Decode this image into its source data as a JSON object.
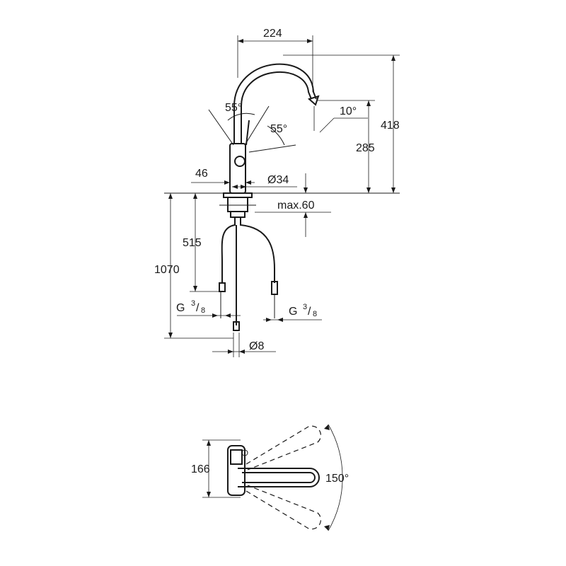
{
  "dimensions": {
    "spout_reach": "224",
    "total_height": "418",
    "spout_height": "285",
    "spout_angle": "10°",
    "lever_angle_left": "55°",
    "lever_angle_right": "55°",
    "body_depth": "46",
    "base_diameter": "Ø34",
    "max_thickness": "max.60",
    "hose_length_short": "515",
    "hose_length_long": "1070",
    "thread_left": "G",
    "thread_right": "G",
    "thread_fraction_num": "3",
    "thread_fraction_den": "8",
    "outlet_diameter": "Ø8",
    "plan_depth": "166",
    "swivel_angle": "150°"
  }
}
